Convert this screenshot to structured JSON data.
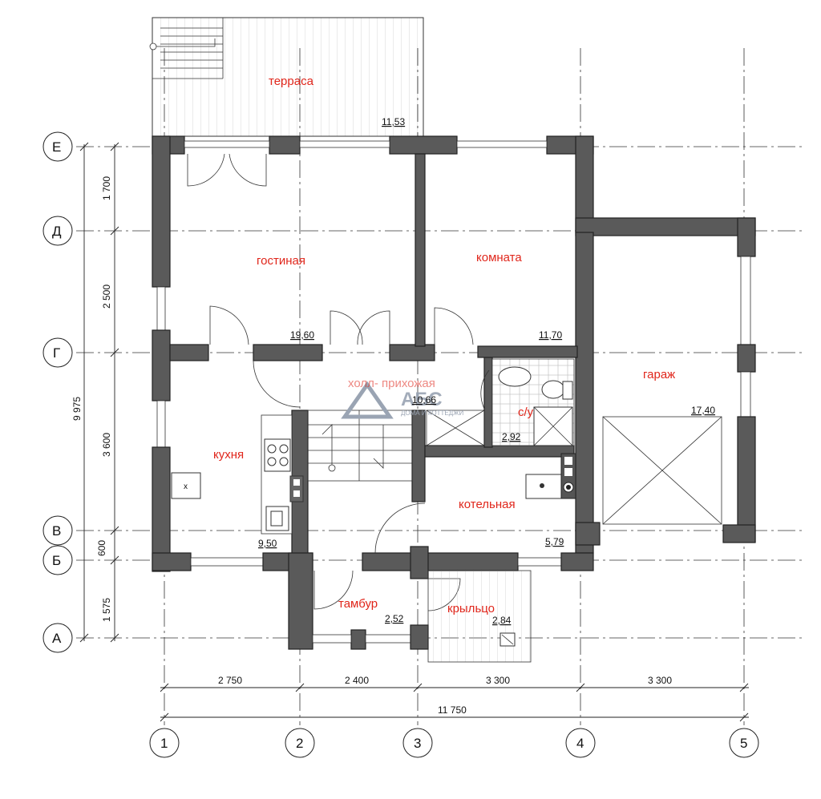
{
  "rooms": {
    "terrace": {
      "name": "терраса",
      "area": "11,53"
    },
    "living": {
      "name": "гостиная",
      "area": "19,60"
    },
    "room": {
      "name": "комната",
      "area": "11,70"
    },
    "garage": {
      "name": "гараж",
      "area": "17,40"
    },
    "hall": {
      "name": "холл- прихожая",
      "area": "10,66"
    },
    "kitchen": {
      "name": "кухня",
      "area": "9,50"
    },
    "wc": {
      "name": "с/у",
      "area": "2,92"
    },
    "boiler": {
      "name": "котельная",
      "area": "5,79"
    },
    "vestibule": {
      "name": "тамбур",
      "area": "2,52"
    },
    "porch": {
      "name": "крыльцо",
      "area": "2,84"
    }
  },
  "axes": {
    "rows": [
      "Е",
      "Д",
      "Г",
      "В",
      "Б",
      "А"
    ],
    "cols": [
      "1",
      "2",
      "3",
      "4",
      "5"
    ]
  },
  "dimensions": {
    "horizontal": [
      "2 750",
      "2 400",
      "3 300",
      "3 300"
    ],
    "horizontal_total": "11 750",
    "vertical": [
      "1 700",
      "2 500",
      "3 600",
      "600",
      "1 575"
    ],
    "vertical_total": "9 975"
  },
  "logo": {
    "mark": "АБС",
    "subtitle": "ДОМА И КОТТЕДЖИ"
  }
}
